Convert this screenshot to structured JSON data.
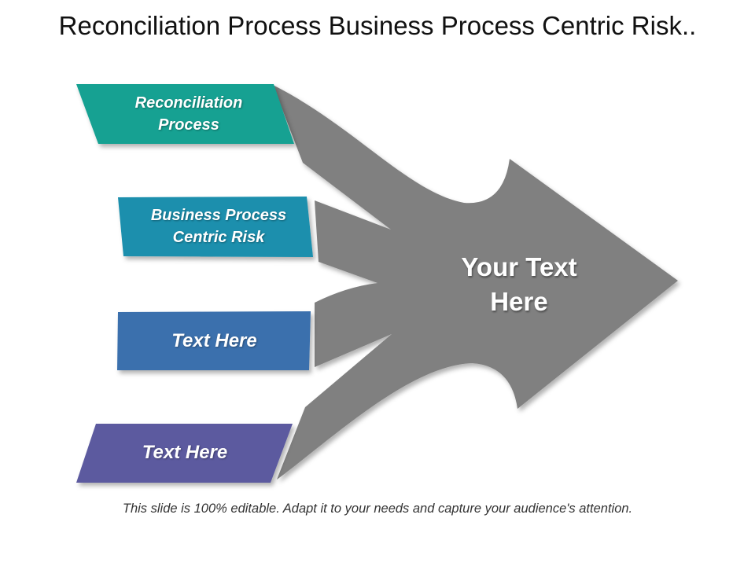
{
  "title": "Reconciliation Process Business Process Centric Risk..",
  "items": [
    {
      "label_line1": "Reconciliation",
      "label_line2": "Process",
      "color": "#12a192"
    },
    {
      "label_line1": "Business Process",
      "label_line2": "Centric Risk",
      "color": "#1a8fad"
    },
    {
      "label_line1": "Text Here",
      "color": "#3a6fad"
    },
    {
      "label_line1": "Text Here",
      "color": "#5b5a9f"
    }
  ],
  "arrow": {
    "line1": "Your Text",
    "line2": "Here",
    "color": "#808080"
  },
  "footer": "This slide is 100% editable. Adapt it to your needs and capture your audience's attention."
}
